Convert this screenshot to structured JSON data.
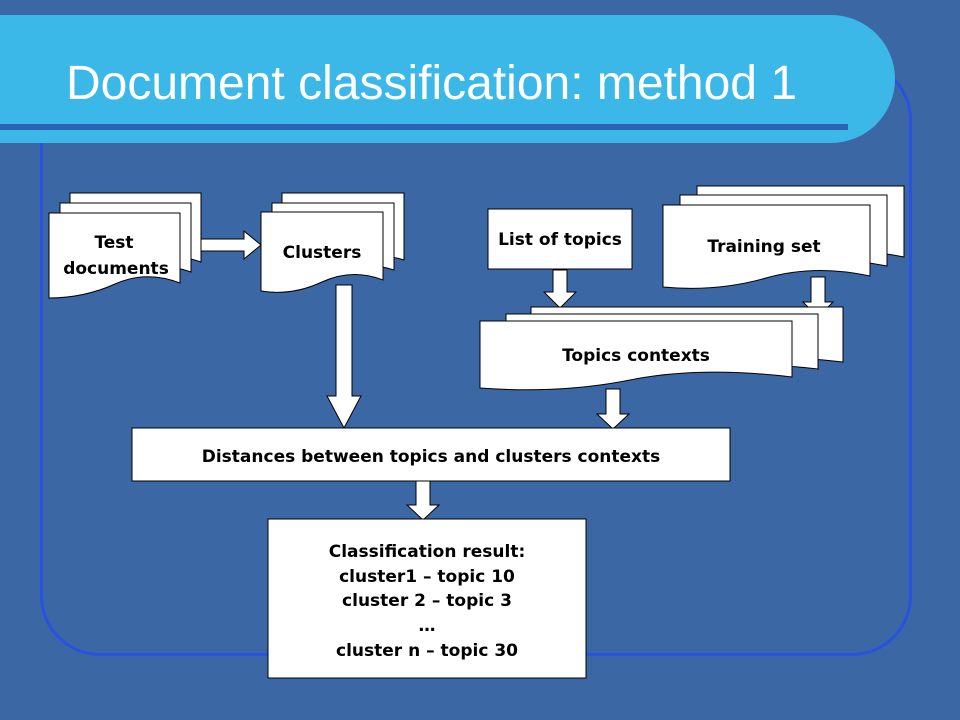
{
  "title": "Document classification: method 1",
  "colors": {
    "background": "#3b67a5",
    "title_bar": "#3bb8e8",
    "frame": "#2a52e0",
    "box_fill": "#ffffff",
    "box_stroke": "#000000"
  },
  "nodes": {
    "test_documents": {
      "line1": "Test",
      "line2": "documents"
    },
    "clusters": "Clusters",
    "list_of_topics": "List of topics",
    "training_set": "Training set",
    "topics_contexts": "Topics contexts",
    "distances": "Distances between topics and clusters contexts",
    "result": {
      "line1": "Classification result:",
      "line2": "cluster1 – topic 10",
      "line3": "cluster 2 – topic 3",
      "line4": "…",
      "line5": "cluster n – topic 30"
    }
  }
}
